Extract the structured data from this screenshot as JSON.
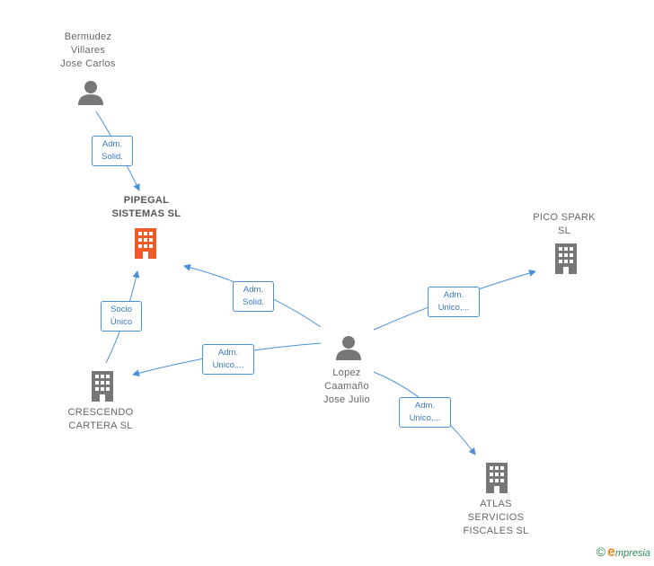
{
  "nodes": {
    "bermudez": {
      "label": "Bermudez\nVillares\nJose Carlos",
      "type": "person"
    },
    "pipegal": {
      "label": "PIPEGAL\nSISTEMAS  SL",
      "type": "company",
      "color": "#f05a28"
    },
    "pico": {
      "label": "PICO SPARK\nSL",
      "type": "company"
    },
    "crescendo": {
      "label": "CRESCENDO\nCARTERA  SL",
      "type": "company"
    },
    "lopez": {
      "label": "Lopez\nCaamaño\nJose Julio",
      "type": "person"
    },
    "atlas": {
      "label": "ATLAS\nSERVICIOS\nFISCALES SL",
      "type": "company"
    }
  },
  "edges": [
    {
      "from": "bermudez",
      "to": "pipegal",
      "label": "Adm.\nSolid."
    },
    {
      "from": "lopez",
      "to": "pipegal",
      "label": "Adm.\nSolid."
    },
    {
      "from": "crescendo",
      "to": "pipegal",
      "label": "Socio\nÚnico"
    },
    {
      "from": "lopez",
      "to": "crescendo",
      "label": "Adm.\nUnico,..."
    },
    {
      "from": "lopez",
      "to": "pico",
      "label": "Adm.\nUnico,..."
    },
    {
      "from": "lopez",
      "to": "atlas",
      "label": "Adm.\nUnico,..."
    }
  ],
  "colors": {
    "edge": "#4a90d9",
    "icon": "#777777",
    "highlight": "#f05a28"
  },
  "brand": {
    "symbol": "©",
    "initial": "e",
    "name": "mpresia"
  }
}
